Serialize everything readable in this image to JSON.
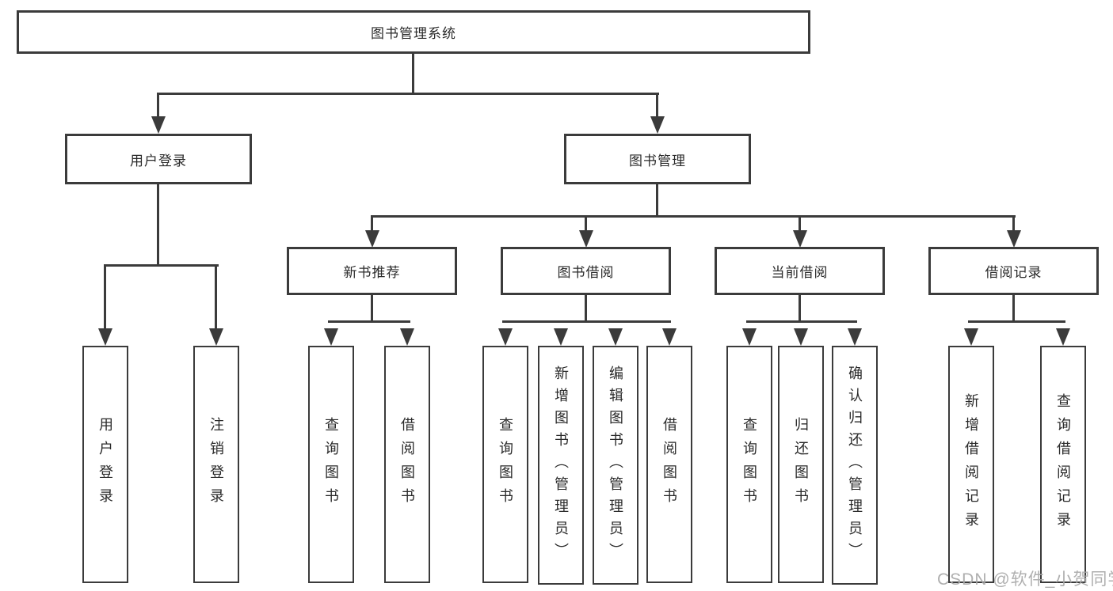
{
  "title": "图书管理系统",
  "tree": {
    "label": "图书管理系统",
    "children": [
      {
        "label": "用户登录",
        "children": [
          {
            "label": "用户登录"
          },
          {
            "label": "注销登录"
          }
        ]
      },
      {
        "label": "图书管理",
        "children": [
          {
            "label": "新书推荐",
            "children": [
              {
                "label": "查询图书"
              },
              {
                "label": "借阅图书"
              }
            ]
          },
          {
            "label": "图书借阅",
            "children": [
              {
                "label": "查询图书"
              },
              {
                "label": "新增图书（管理员）"
              },
              {
                "label": "编辑图书（管理员）"
              },
              {
                "label": "借阅图书"
              }
            ]
          },
          {
            "label": "当前借阅",
            "children": [
              {
                "label": "查询图书"
              },
              {
                "label": "归还图书"
              },
              {
                "label": "确认归还（管理员）"
              }
            ]
          },
          {
            "label": "借阅记录",
            "children": [
              {
                "label": "新增借阅记录"
              },
              {
                "label": "查询借阅记录"
              }
            ]
          }
        ]
      }
    ]
  },
  "watermark": "CSDN @软件_小贺同学",
  "colors": {
    "line": "#3b3b3b",
    "text": "#2a2a2a",
    "background": "#ffffff",
    "watermark": "#a9a9a9"
  }
}
